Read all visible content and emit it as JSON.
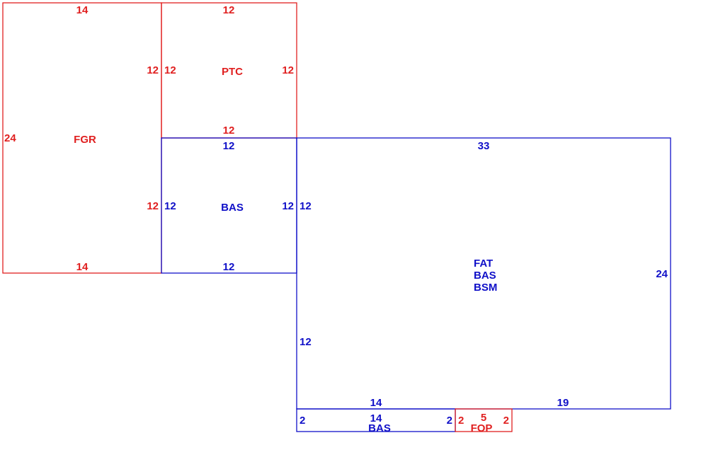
{
  "colors": {
    "red": "#e02020",
    "blue": "#1010c8",
    "background": "#ffffff"
  },
  "areas": {
    "fgr": {
      "name": "FGR",
      "top": "14",
      "left": "24",
      "right": "12",
      "right2": "12",
      "bottom": "14"
    },
    "ptc": {
      "name": "PTC",
      "top": "12",
      "left": "12",
      "right": "12",
      "bottom": "12"
    },
    "bas_small": {
      "name": "BAS",
      "top": "12",
      "left": "12",
      "right": "12",
      "bottom": "12"
    },
    "main": {
      "name1": "FAT",
      "name2": "BAS",
      "name3": "BSM",
      "top": "33",
      "left_upper": "12",
      "left_lower": "12",
      "right": "24",
      "bottom_left": "14",
      "bottom_right": "19"
    },
    "bas_strip": {
      "name": "BAS",
      "top": "14",
      "left": "2",
      "right": "2"
    },
    "fop": {
      "name": "FOP",
      "top": "5",
      "left": "2",
      "right": "2"
    }
  }
}
